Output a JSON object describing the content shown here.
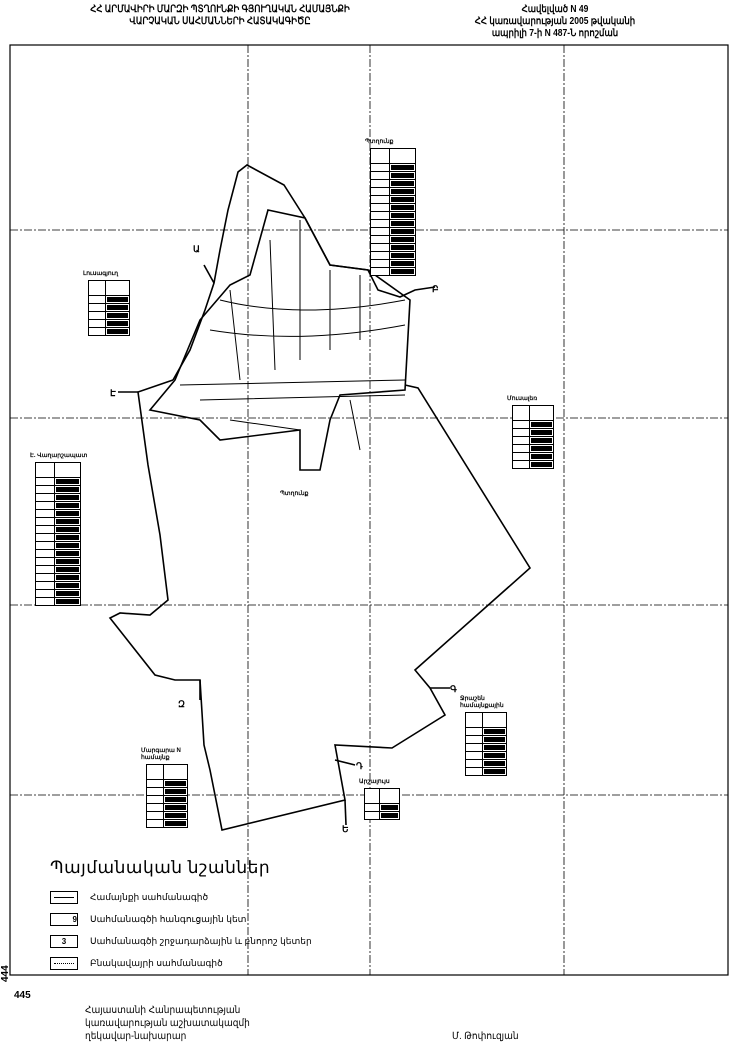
{
  "header": {
    "left_line1": "ՀՀ ԱՐՄԱՎԻՐԻ ՄԱՐԶԻ ՊՏՂՈՒՆՔԻ ԳՅՈՒՂԱԿԱՆ ՀԱՄԱՅՆՔԻ",
    "left_line2": "ՎԱՐՉԱԿԱՆ ՍԱՀՄԱՆՆԵՐԻ ՀԱՏԱԿԱԳԻԾԸ",
    "right_line1": "Հավելված N 49",
    "right_line2": "ՀՀ կառավարության 2005 թվականի",
    "right_line3": "ապրիլի 7-ի N 487-Ն որոշման"
  },
  "map": {
    "settlement_label": "Պտղունք",
    "point_letters": [
      "Ա",
      "Բ",
      "Գ",
      "Դ",
      "Ե",
      "Զ",
      "Է"
    ],
    "grid_numbers": {
      "vertical": "444",
      "horizontal": "445"
    }
  },
  "tables": [
    {
      "title": "Պտղունք",
      "rows": 14
    },
    {
      "title": "Լուսագյուղ",
      "rows": 5
    },
    {
      "title": "Է. Վաղարշապատ",
      "rows": 16
    },
    {
      "title": "Մուսալեռ",
      "rows": 6
    },
    {
      "title": "Ջրաշեն համայնքային",
      "rows": 6
    },
    {
      "title": "Մարգարա N համայնք",
      "rows": 6
    },
    {
      "title": "Արշալույս",
      "rows": 2
    }
  ],
  "legend": {
    "title": "Պայմանական նշաններ",
    "items": [
      "Համայնքի սահմանագիծ",
      "Սահմանագծի հանգուցային կետ",
      "Սահմանագծի շրջադարձային և բնորոշ կետեր",
      "Բնակավայրի սահմանագիծ"
    ],
    "node_sample": "9",
    "turn_sample": "3"
  },
  "footer": {
    "line1": "Հայաստանի Հանրապետության",
    "line2": "կառավարության աշխատակազմի",
    "line3": "ղեկավար-նախարար",
    "signature": "Մ. Թոփուզյան"
  }
}
